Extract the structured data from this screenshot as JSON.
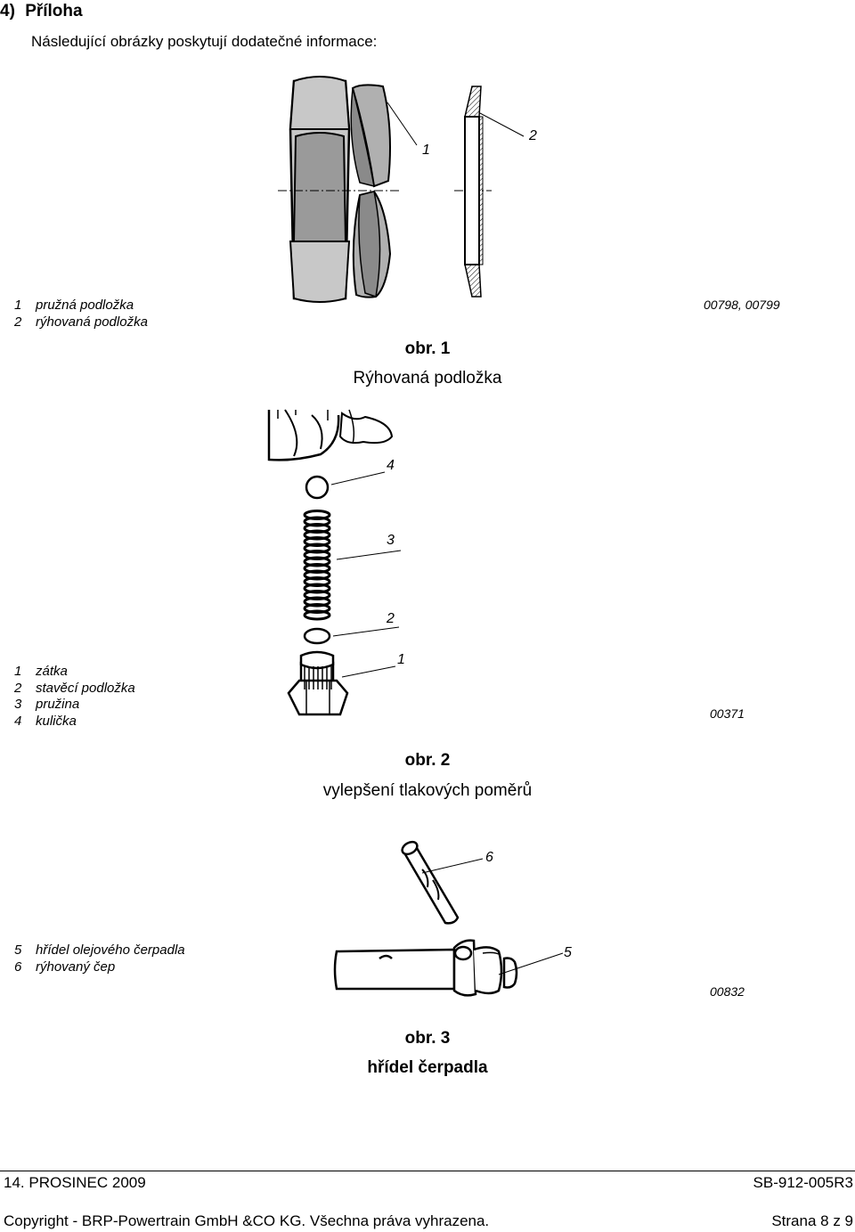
{
  "section": {
    "number": "4)",
    "title": "Příloha"
  },
  "intro": "Následující obrázky poskytují dodatečné informace:",
  "figures": [
    {
      "legend": [
        {
          "n": "1",
          "text": "pružná podložka"
        },
        {
          "n": "2",
          "text": "rýhovaná podložka"
        }
      ],
      "codes": "00798, 00799",
      "callouts": [
        "1",
        "2"
      ],
      "number": "obr. 1",
      "title": "Rýhovaná podložka"
    },
    {
      "legend": [
        {
          "n": "1",
          "text": "zátka"
        },
        {
          "n": "2",
          "text": "stavěcí podložka"
        },
        {
          "n": "3",
          "text": "pružina"
        },
        {
          "n": "4",
          "text": "kulička"
        }
      ],
      "codes": "00371",
      "callouts": [
        "4",
        "3",
        "2",
        "1"
      ],
      "number": "obr. 2",
      "title": "vylepšení tlakových poměrů"
    },
    {
      "legend": [
        {
          "n": "5",
          "text": "hřídel olejového čerpadla"
        },
        {
          "n": "6",
          "text": "rýhovaný čep"
        }
      ],
      "codes": "00832",
      "callouts": [
        "6",
        "5"
      ],
      "number": "obr. 3",
      "title": "hřídel čerpadla"
    }
  ],
  "footer": {
    "date": "14. PROSINEC 2009",
    "doc_id": "SB-912-005R3",
    "copyright": "Copyright - BRP-Powertrain GmbH &CO KG. Všechna práva vyhrazena.",
    "page": "Strana 8 z 9"
  }
}
